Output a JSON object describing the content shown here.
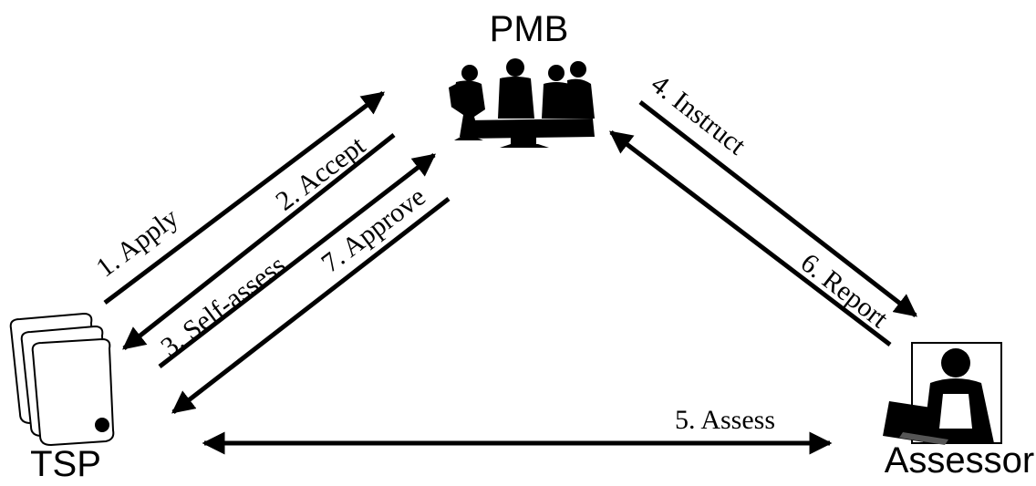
{
  "nodes": {
    "pmb": {
      "label": "PMB",
      "icon": "meeting-people-icon"
    },
    "tsp": {
      "label": "TSP",
      "icon": "documents-scroll-icon"
    },
    "assessor": {
      "label": "Assessor",
      "icon": "person-laptop-icon"
    }
  },
  "edges": {
    "apply": "1. Apply",
    "accept": "2. Accept",
    "self_assess": "3. Self-assess",
    "instruct": "4. Instruct",
    "assess": "5. Assess",
    "report": "6. Report",
    "approve": "7. Approve"
  },
  "colors": {
    "ink": "#000000",
    "background": "#ffffff"
  }
}
